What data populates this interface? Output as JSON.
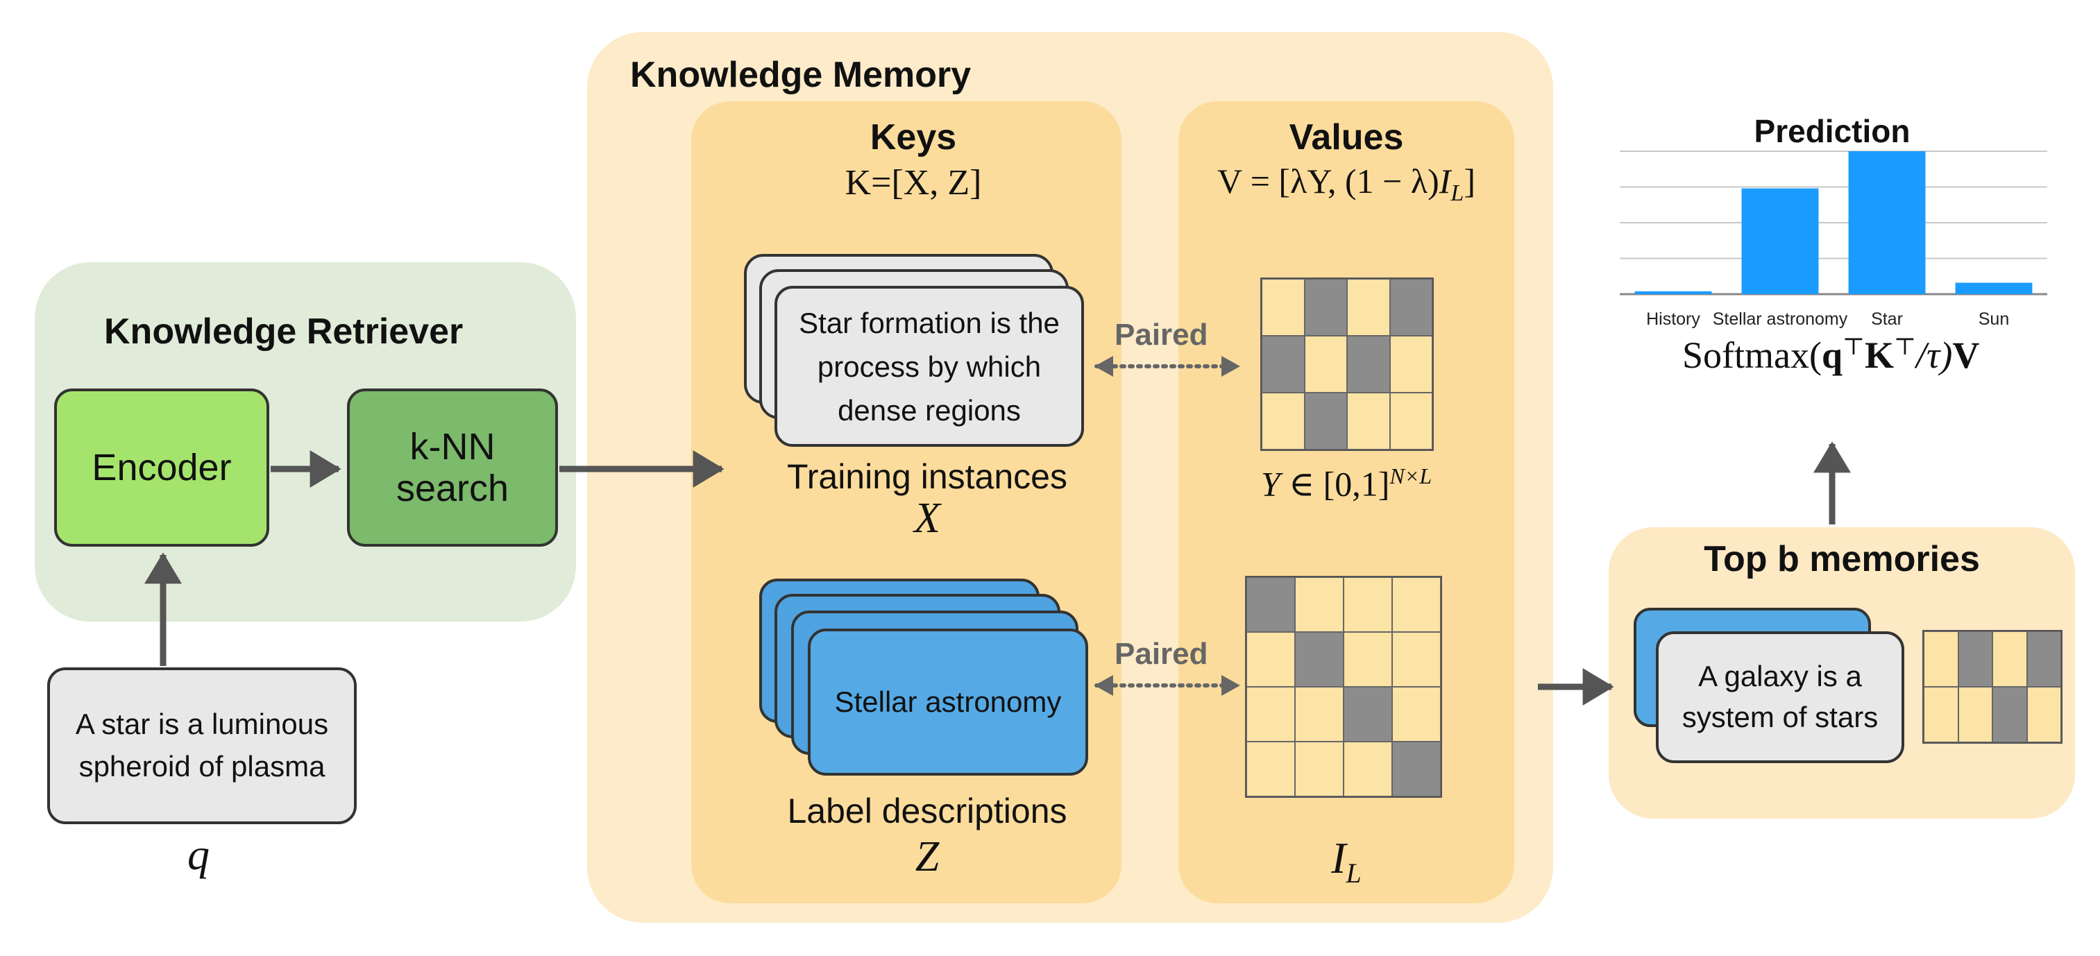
{
  "retriever": {
    "title": "Knowledge Retriever",
    "encoder": "Encoder",
    "knn_line1": "k-NN",
    "knn_line2": "search",
    "query_line1": "A star is a luminous",
    "query_line2": "spheroid of plasma",
    "query_symbol": "q"
  },
  "memory": {
    "title": "Knowledge Memory",
    "keys": {
      "title": "Keys",
      "formula": "K=[X, Z]",
      "instance_line1": "Star formation is the",
      "instance_line2": "process by which",
      "instance_line3": "dense regions",
      "instances_caption": "Training instances",
      "instances_symbol": "X",
      "label_text": "Stellar astronomy",
      "labels_caption": "Label descriptions",
      "labels_symbol": "Z"
    },
    "values": {
      "title": "Values",
      "formula_prefix": "V = [λY, (1 − λ)",
      "formula_I": "I",
      "formula_sub": "L",
      "formula_suffix": "]",
      "y_symbol": "Y",
      "y_set": " ∈ [0,1]",
      "y_sup": "N×L",
      "il_symbol": "I",
      "il_sub": "L"
    },
    "paired_label": "Paired"
  },
  "top": {
    "title": "Top b memories",
    "card_line1": "A galaxy is a",
    "card_line2": "system of stars"
  },
  "prediction": {
    "title": "Prediction",
    "formula": {
      "fn": "Softmax(",
      "q": "q",
      "t1": "⊤",
      "K": "K",
      "t2": "⊤",
      "tail": "/τ)",
      "V": "V"
    }
  },
  "chart_data": {
    "type": "bar",
    "title": "Prediction",
    "categories": [
      "History",
      "Stellar astronomy",
      "Star",
      "Sun"
    ],
    "values": [
      0.02,
      0.74,
      1.0,
      0.08
    ],
    "ylim": [
      0,
      1
    ],
    "grid": true,
    "bar_color": "#1a9cff"
  },
  "colors": {
    "retriever_bg": "#e0ecd9",
    "encoder_fill": "#a4e46c",
    "knn_fill": "#7cba6c",
    "memory_bg": "#fdebc9",
    "column_bg": "#fcdc9c",
    "top_bg": "#fde9c4",
    "gray_card": "#e8e8e8",
    "blue_card": "#55aae5",
    "grid_filled": "#8c8c8c",
    "arrow": "#555555"
  },
  "grids": {
    "y_matrix": [
      [
        0,
        1,
        0,
        1
      ],
      [
        1,
        0,
        1,
        0
      ],
      [
        0,
        1,
        0,
        0
      ]
    ],
    "il_matrix": [
      [
        1,
        0,
        0,
        0
      ],
      [
        0,
        1,
        0,
        0
      ],
      [
        0,
        0,
        1,
        0
      ],
      [
        0,
        0,
        0,
        1
      ]
    ],
    "top_matrix": [
      [
        0,
        1,
        0,
        1
      ],
      [
        0,
        0,
        1,
        0
      ]
    ]
  }
}
